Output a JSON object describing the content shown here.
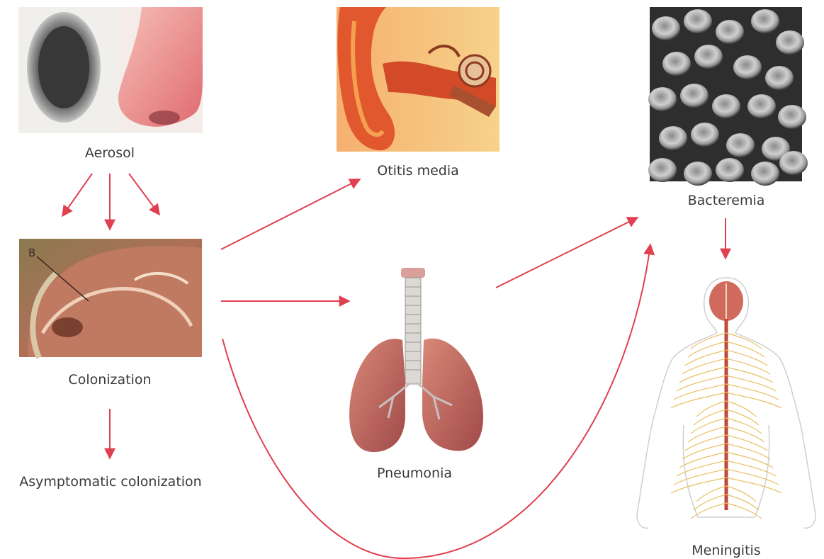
{
  "diagram": {
    "nodes": {
      "aerosol": "Aerosol",
      "colonization": "Colonization",
      "asymptomatic": "Asymptomatic colonization",
      "otitis": "Otitis media",
      "pneumonia": "Pneumonia",
      "bacteremia": "Bacteremia",
      "meningitis": "Meningitis"
    },
    "nasal_marker": "B",
    "colors": {
      "arrow": "#e0404f",
      "label": "#3a3a3a"
    }
  }
}
